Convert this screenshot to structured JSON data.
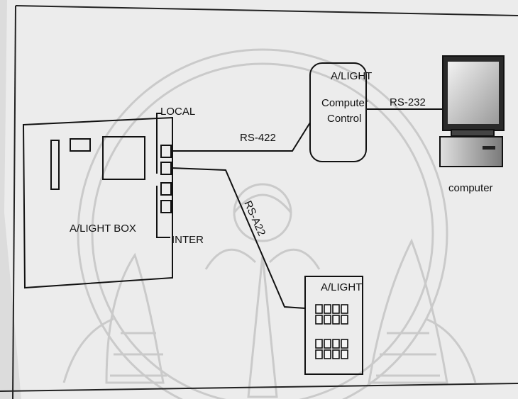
{
  "diagram": {
    "box_label": "A/LIGHT BOX",
    "port_group_local": "LOCAL",
    "port_group_inter": "INTER",
    "link_rs422_control": "RS-422",
    "link_rs422_panel": "RS-A22",
    "control_brand": "A/LIGHT",
    "control_line1": "Computer",
    "control_line2": "Control",
    "link_rs232": "RS-232",
    "computer_label": "computer",
    "panel_brand": "A/LIGHT"
  }
}
